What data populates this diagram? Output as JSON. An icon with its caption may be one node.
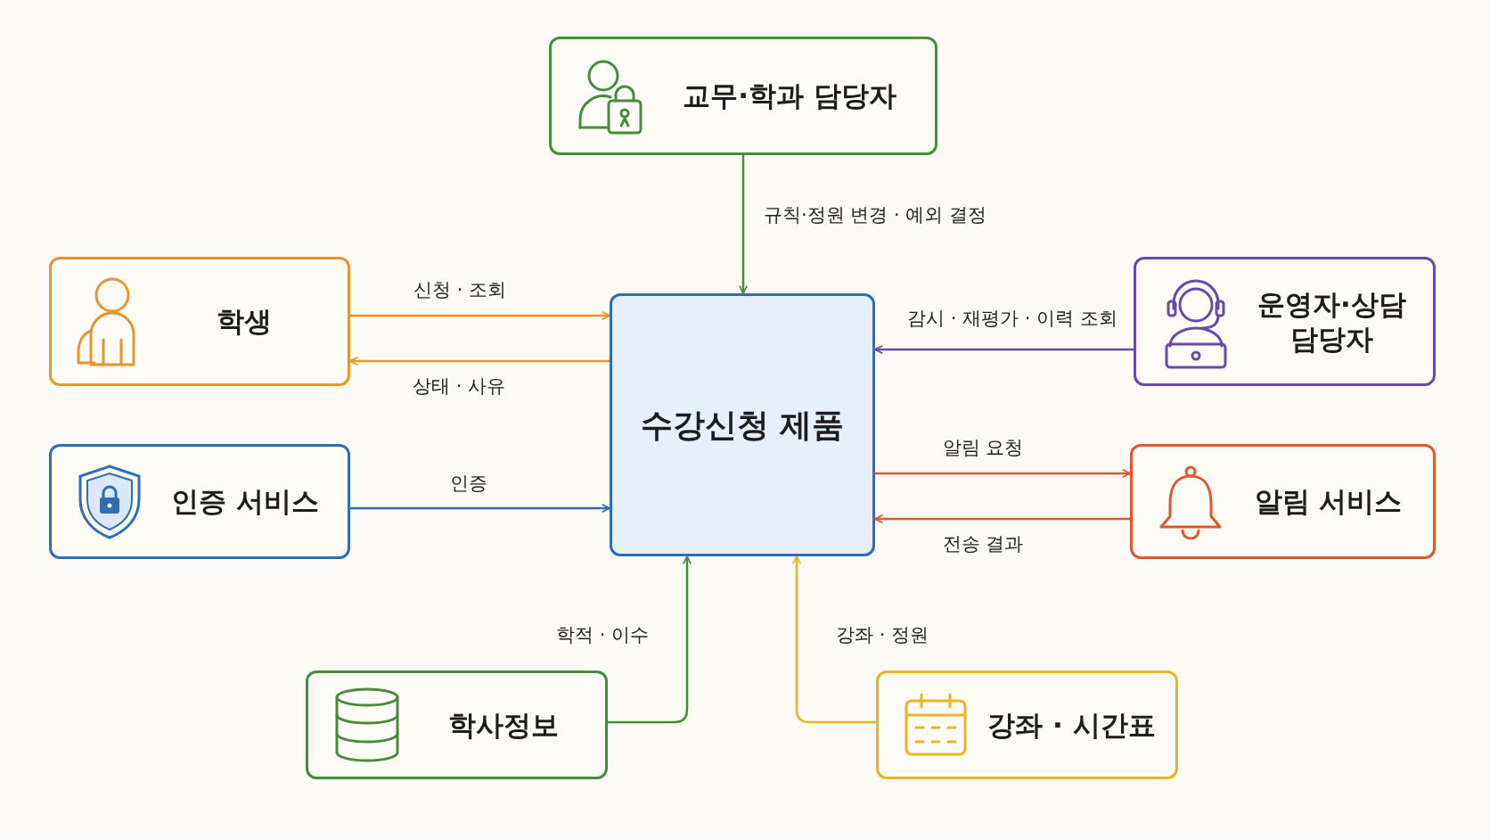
{
  "diagram": {
    "nodes": [
      {
        "text": [
          "교무·학과 담당자"
        ]
      },
      {
        "text": [
          "학생"
        ]
      },
      {
        "text": [
          "수강신청 제품"
        ]
      },
      {
        "text": [
          "운영자·상담 담당자"
        ]
      },
      {
        "text": [
          "인증 서비스"
        ]
      },
      {
        "text": [
          "알림 서비스"
        ]
      },
      {
        "text": [
          "학사정보"
        ]
      },
      {
        "text": [
          "강좌 · 시간표"
        ]
      }
    ],
    "edges": [
      {
        "from": 0,
        "to": 2,
        "arrow": "to",
        "label": "규칙·정원 변경 · 예외 결정",
        "color": "#4a8a3f"
      },
      {
        "from": 1,
        "to": 2,
        "arrow": "to",
        "label": "신청 · 조회",
        "color": "#e8952a"
      },
      {
        "from": 2,
        "to": 1,
        "arrow": "to",
        "label": "상태 · 사유",
        "color": "#e8952a"
      },
      {
        "from": 3,
        "to": 2,
        "arrow": "to",
        "label": "감시 · 재평가 · 이력 조회",
        "color": "#6a4aa8"
      },
      {
        "from": 4,
        "to": 2,
        "arrow": "to",
        "label": "인증",
        "color": "#2f6db5"
      },
      {
        "from": 2,
        "to": 5,
        "arrow": "to",
        "label": "알림 요청",
        "color": "#e0572f"
      },
      {
        "from": 5,
        "to": 2,
        "arrow": "to",
        "label": "전송 결과",
        "color": "#e0572f"
      },
      {
        "from": 6,
        "to": 2,
        "arrow": "to",
        "label": "학적 · 이수",
        "color": "#4a8a3f"
      },
      {
        "from": 7,
        "to": 2,
        "arrow": "to",
        "label": "강좌 · 정원",
        "color": "#e8b526"
      }
    ]
  }
}
